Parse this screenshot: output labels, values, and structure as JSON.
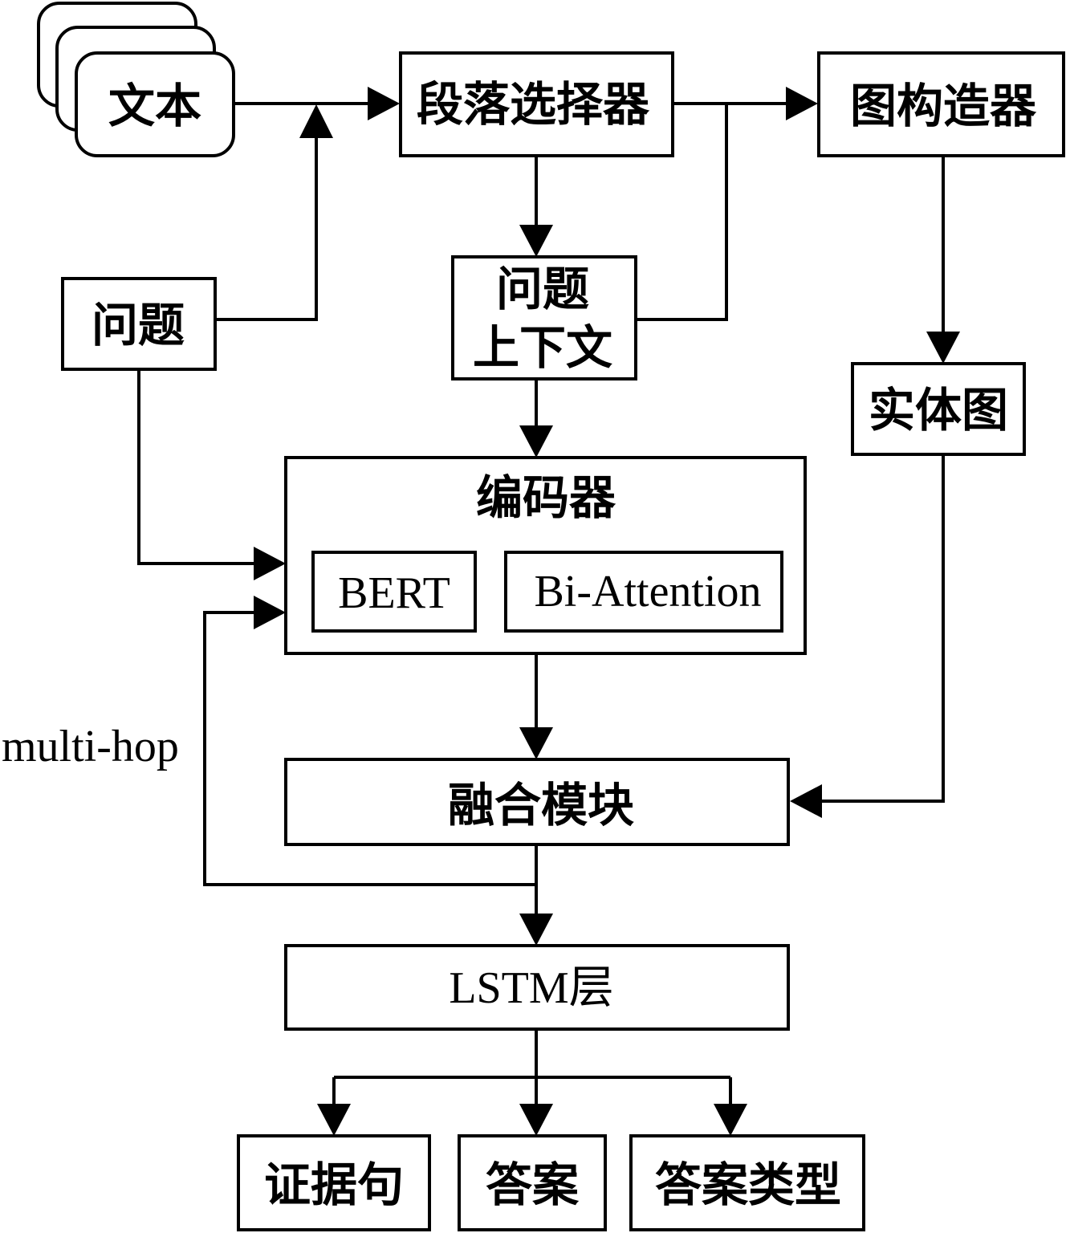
{
  "nodes": {
    "text": "文本",
    "paragraph_selector": "段落选择器",
    "graph_constructor": "图构造器",
    "question": "问题",
    "question_context_line1": "问题",
    "question_context_line2": "上下文",
    "entity_graph": "实体图",
    "encoder": "编码器",
    "bert": "BERT",
    "bi_attention": "Bi-Attention",
    "fusion_module": "融合模块",
    "lstm_layer": "LSTM层",
    "evidence_sentence": "证据句",
    "answer": "答案",
    "answer_type": "答案类型"
  },
  "edge_labels": {
    "multi_hop": "multi-hop"
  }
}
